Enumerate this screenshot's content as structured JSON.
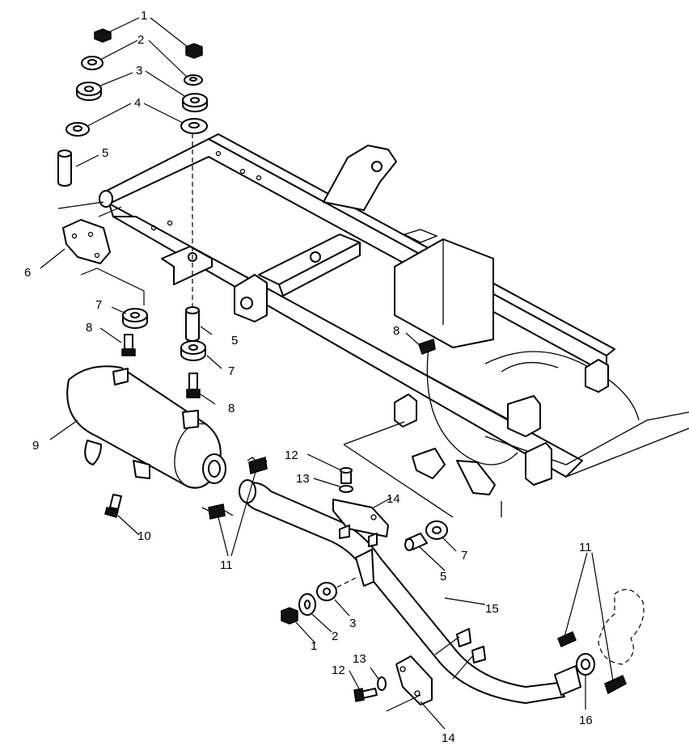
{
  "callouts": [
    {
      "id": "c1a",
      "text": "1"
    },
    {
      "id": "c2a",
      "text": "2"
    },
    {
      "id": "c3a",
      "text": "3"
    },
    {
      "id": "c4a",
      "text": "4"
    },
    {
      "id": "c5a",
      "text": "5"
    },
    {
      "id": "c6",
      "text": "6"
    },
    {
      "id": "c7a",
      "text": "7"
    },
    {
      "id": "c8a",
      "text": "8"
    },
    {
      "id": "c5b",
      "text": "5"
    },
    {
      "id": "c7b",
      "text": "7"
    },
    {
      "id": "c8b",
      "text": "8"
    },
    {
      "id": "c8c",
      "text": "8"
    },
    {
      "id": "c9",
      "text": "9"
    },
    {
      "id": "c10",
      "text": "10"
    },
    {
      "id": "c11a",
      "text": "11"
    },
    {
      "id": "c12a",
      "text": "12"
    },
    {
      "id": "c13a",
      "text": "13"
    },
    {
      "id": "c14a",
      "text": "14"
    },
    {
      "id": "c7c",
      "text": "7"
    },
    {
      "id": "c5c",
      "text": "5"
    },
    {
      "id": "c15",
      "text": "15"
    },
    {
      "id": "c3b",
      "text": "3"
    },
    {
      "id": "c2b",
      "text": "2"
    },
    {
      "id": "c1b",
      "text": "1"
    },
    {
      "id": "c11b",
      "text": "11"
    },
    {
      "id": "c12b",
      "text": "12"
    },
    {
      "id": "c13b",
      "text": "13"
    },
    {
      "id": "c14b",
      "text": "14"
    },
    {
      "id": "c16",
      "text": "16"
    }
  ]
}
